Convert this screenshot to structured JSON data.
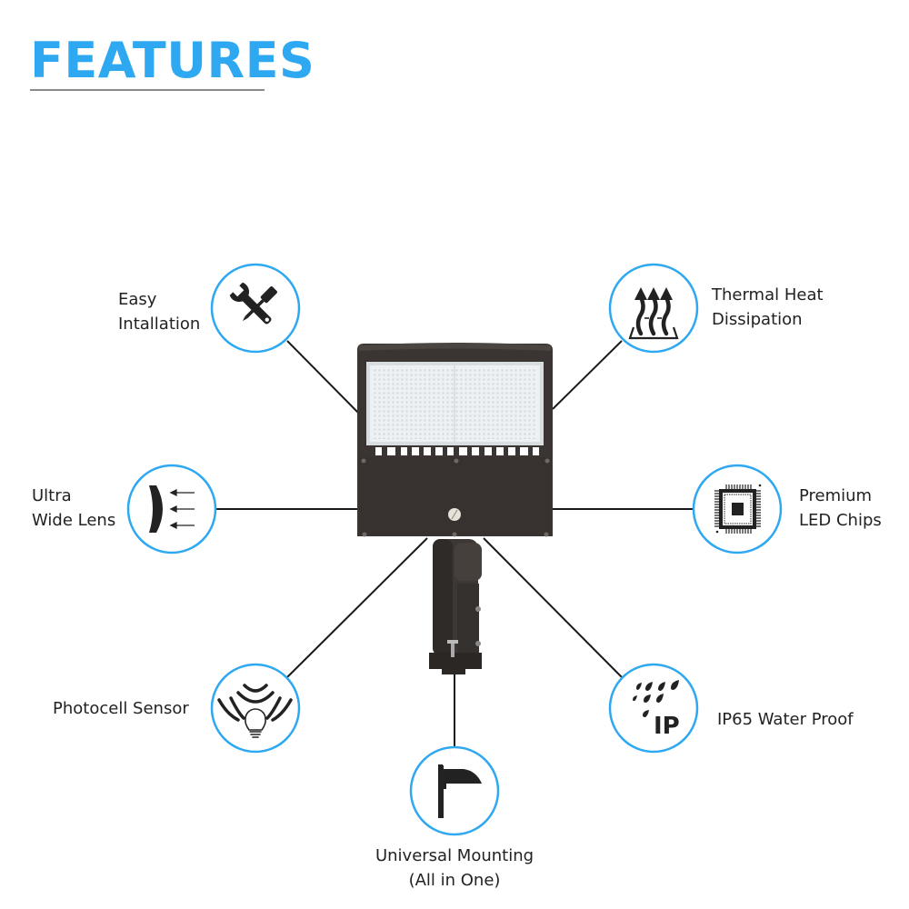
{
  "header": {
    "title": "FEATURES"
  },
  "colors": {
    "accent": "#2ea8f0",
    "rule": "#8a8a8a",
    "icon": "#222222",
    "lamp_body": "#3a3532",
    "lens": "#e8edf0"
  },
  "features": [
    {
      "id": "easy-installation",
      "icon": "wrench-screwdriver-icon",
      "line1": "Easy",
      "line2": "Intallation"
    },
    {
      "id": "thermal-heat-dissipation",
      "icon": "heat-arrows-icon",
      "line1": "Thermal Heat",
      "line2": "Dissipation"
    },
    {
      "id": "ultra-wide-lens",
      "icon": "lens-icon",
      "line1": "Ultra",
      "line2": "Wide Lens"
    },
    {
      "id": "premium-led-chips",
      "icon": "chip-icon",
      "line1": "Premium",
      "line2": "LED Chips"
    },
    {
      "id": "photocell-sensor",
      "icon": "photocell-bulb-icon",
      "line1": "Photocell Sensor"
    },
    {
      "id": "ip65-water-proof",
      "icon": "water-drops-ip-icon",
      "line1": "IP65 Water Proof",
      "icon_text": "IP"
    },
    {
      "id": "universal-mounting",
      "icon": "mount-arm-icon",
      "line1": "Universal Mounting",
      "line2": "(All in One)"
    }
  ]
}
